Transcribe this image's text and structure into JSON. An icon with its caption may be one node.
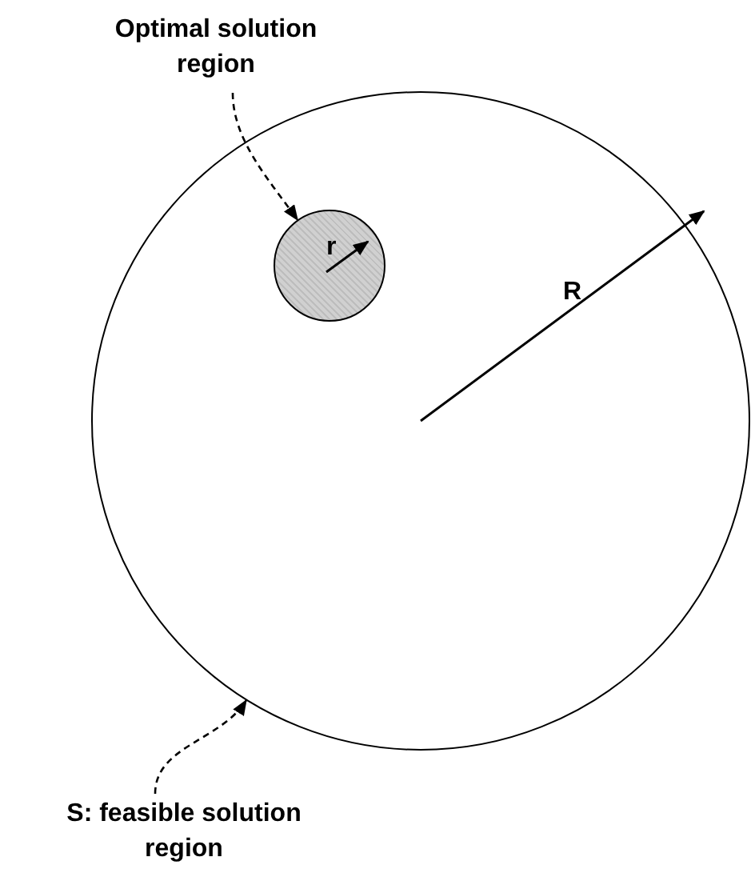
{
  "diagram": {
    "nodes": [
      {
        "text": [],
        "shape": "circle"
      },
      {
        "text": [],
        "shape": "circle",
        "in": 0
      },
      {
        "text": [
          "Optimal solution region"
        ]
      },
      {
        "text": [
          "S: feasible solution region"
        ]
      }
    ],
    "edges": [
      {
        "from": 2,
        "to": 1,
        "arrow": "to",
        "style": "dashed"
      },
      {
        "from": 3,
        "to": 0,
        "arrow": "to",
        "style": "dashed"
      }
    ],
    "labels": [
      "r",
      "R"
    ]
  }
}
